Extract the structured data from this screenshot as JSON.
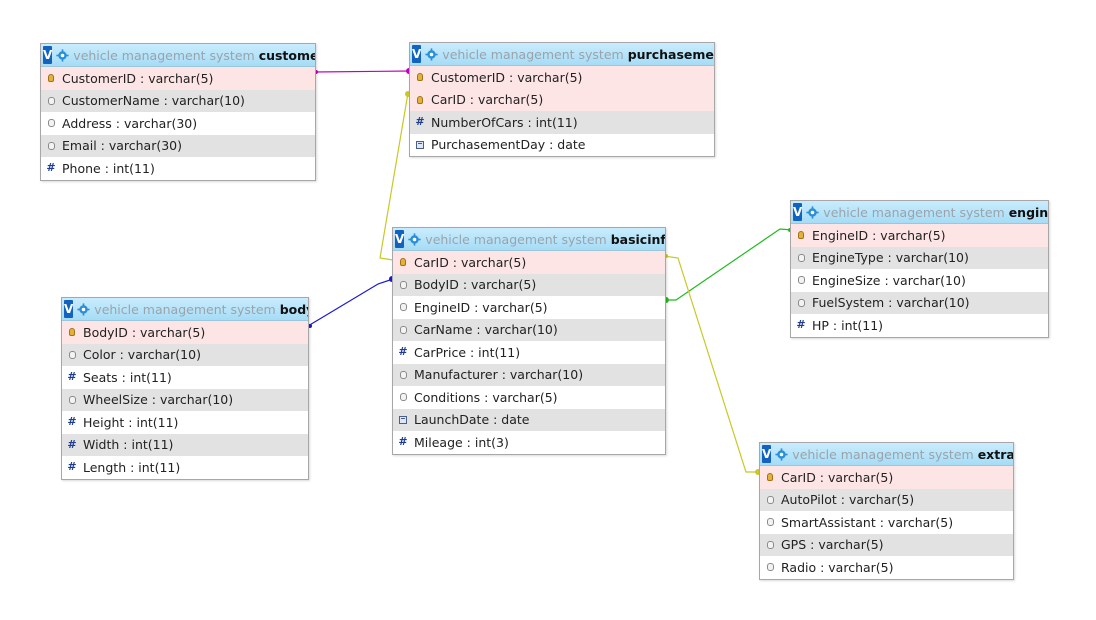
{
  "designer": {
    "colors": {
      "customer_purchasement": "#c000c0",
      "carid_link": "#c8c827",
      "body_link": "#1a1acc",
      "engine_link": "#22bb22"
    },
    "tables": [
      {
        "key": "customer",
        "toggle": "V",
        "database": "vehicle management system",
        "name": "customer",
        "columns": [
          {
            "label": "CustomerID : varchar(5)",
            "icon": "primary-key",
            "pk": true
          },
          {
            "label": "CustomerName : varchar(10)",
            "icon": "string"
          },
          {
            "label": "Address : varchar(30)",
            "icon": "string"
          },
          {
            "label": "Email : varchar(30)",
            "icon": "string"
          },
          {
            "label": "Phone : int(11)",
            "icon": "number"
          }
        ]
      },
      {
        "key": "purchasement",
        "toggle": "V",
        "database": "vehicle management system",
        "name": "purchasement",
        "columns": [
          {
            "label": "CustomerID : varchar(5)",
            "icon": "primary-key",
            "pk": true
          },
          {
            "label": "CarID : varchar(5)",
            "icon": "primary-key",
            "pk": true
          },
          {
            "label": "NumberOfCars : int(11)",
            "icon": "number"
          },
          {
            "label": "PurchasementDay : date",
            "icon": "date"
          }
        ]
      },
      {
        "key": "basicinfo",
        "toggle": "V",
        "database": "vehicle management system",
        "name": "basicinfo",
        "columns": [
          {
            "label": "CarID : varchar(5)",
            "icon": "primary-key",
            "pk": true
          },
          {
            "label": "BodyID : varchar(5)",
            "icon": "string"
          },
          {
            "label": "EngineID : varchar(5)",
            "icon": "string"
          },
          {
            "label": "CarName : varchar(10)",
            "icon": "string"
          },
          {
            "label": "CarPrice : int(11)",
            "icon": "number"
          },
          {
            "label": "Manufacturer : varchar(10)",
            "icon": "string"
          },
          {
            "label": "Conditions : varchar(5)",
            "icon": "string"
          },
          {
            "label": "LaunchDate : date",
            "icon": "date"
          },
          {
            "label": "Mileage : int(3)",
            "icon": "number"
          }
        ]
      },
      {
        "key": "engine",
        "toggle": "V",
        "database": "vehicle management system",
        "name": "engine",
        "columns": [
          {
            "label": "EngineID : varchar(5)",
            "icon": "primary-key",
            "pk": true
          },
          {
            "label": "EngineType : varchar(10)",
            "icon": "string"
          },
          {
            "label": "EngineSize : varchar(10)",
            "icon": "string"
          },
          {
            "label": "FuelSystem : varchar(10)",
            "icon": "string"
          },
          {
            "label": "HP : int(11)",
            "icon": "number"
          }
        ]
      },
      {
        "key": "body",
        "toggle": "V",
        "database": "vehicle management system",
        "name": "body",
        "columns": [
          {
            "label": "BodyID : varchar(5)",
            "icon": "primary-key",
            "pk": true
          },
          {
            "label": "Color : varchar(10)",
            "icon": "string"
          },
          {
            "label": "Seats : int(11)",
            "icon": "number"
          },
          {
            "label": "WheelSize : varchar(10)",
            "icon": "string"
          },
          {
            "label": "Height : int(11)",
            "icon": "number"
          },
          {
            "label": "Width : int(11)",
            "icon": "number"
          },
          {
            "label": "Length : int(11)",
            "icon": "number"
          }
        ]
      },
      {
        "key": "extras",
        "toggle": "V",
        "database": "vehicle management system",
        "name": "extras",
        "columns": [
          {
            "label": "CarID : varchar(5)",
            "icon": "primary-key",
            "pk": true
          },
          {
            "label": "AutoPilot : varchar(5)",
            "icon": "string"
          },
          {
            "label": "SmartAssistant : varchar(5)",
            "icon": "string"
          },
          {
            "label": "GPS : varchar(5)",
            "icon": "string"
          },
          {
            "label": "Radio : varchar(5)",
            "icon": "string"
          }
        ]
      }
    ],
    "relations": [
      {
        "from": "customer.CustomerID",
        "to": "purchasement.CustomerID",
        "color_key": "customer_purchasement"
      },
      {
        "from": "basicinfo.CarID",
        "to": "purchasement.CarID",
        "color_key": "carid_link"
      },
      {
        "from": "body.BodyID",
        "to": "basicinfo.BodyID",
        "color_key": "body_link"
      },
      {
        "from": "engine.EngineID",
        "to": "basicinfo.EngineID",
        "color_key": "engine_link"
      },
      {
        "from": "basicinfo.CarID",
        "to": "extras.CarID",
        "color_key": "carid_link"
      }
    ]
  }
}
